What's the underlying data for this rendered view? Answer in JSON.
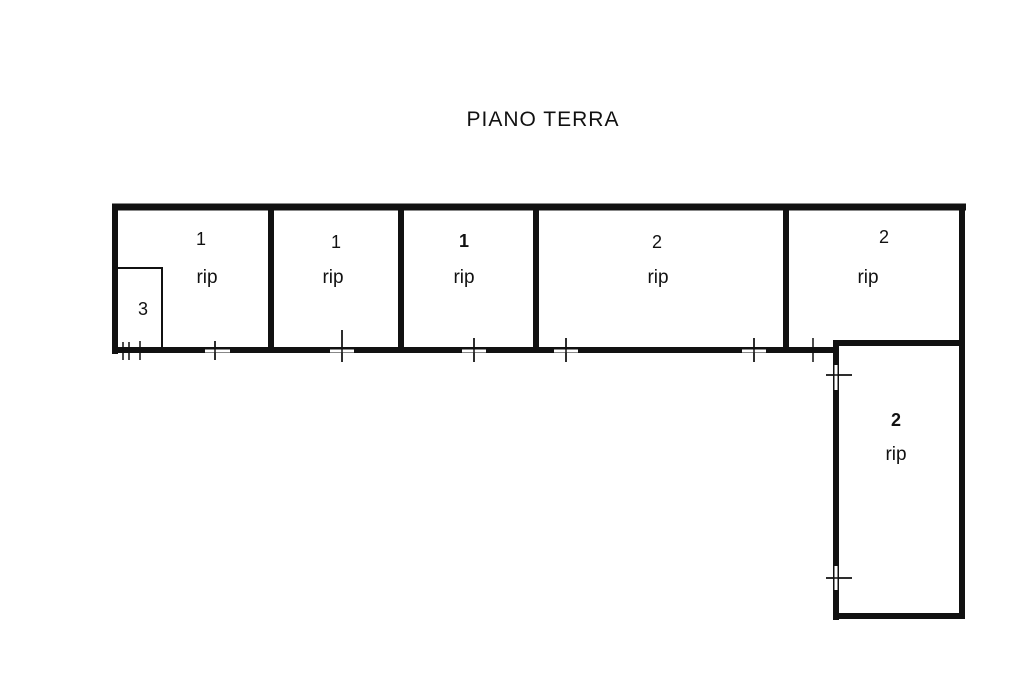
{
  "title": "PIANO TERRA",
  "rooms": [
    {
      "id": "room-1a",
      "number": "1",
      "use": "rip"
    },
    {
      "id": "room-1b",
      "number": "1",
      "use": "rip"
    },
    {
      "id": "room-1c",
      "number": "1",
      "use": "rip"
    },
    {
      "id": "room-2a",
      "number": "2",
      "use": "rip"
    },
    {
      "id": "room-2b",
      "number": "2",
      "use": "rip"
    },
    {
      "id": "room-2c",
      "number": "2",
      "use": "rip"
    }
  ],
  "small_room": {
    "number": "3"
  },
  "colors": {
    "wall": "#111111",
    "background": "#ffffff"
  }
}
